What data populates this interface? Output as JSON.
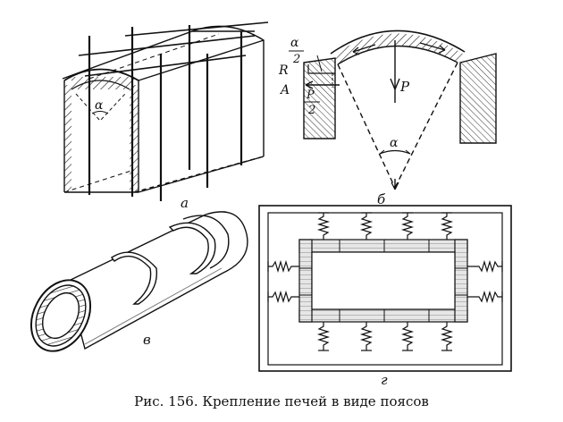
{
  "caption": "Рис. 156. Крепление печей в виде поясов",
  "labels": {
    "panel_a": "а",
    "panel_b": "б",
    "panel_v": "в",
    "panel_g": "г",
    "alpha": "α",
    "alpha_b": "α",
    "alpha_half": "α",
    "two_a": "2",
    "two_b": "2",
    "R": "R",
    "A": "A",
    "P_half": "P",
    "P": "P"
  }
}
